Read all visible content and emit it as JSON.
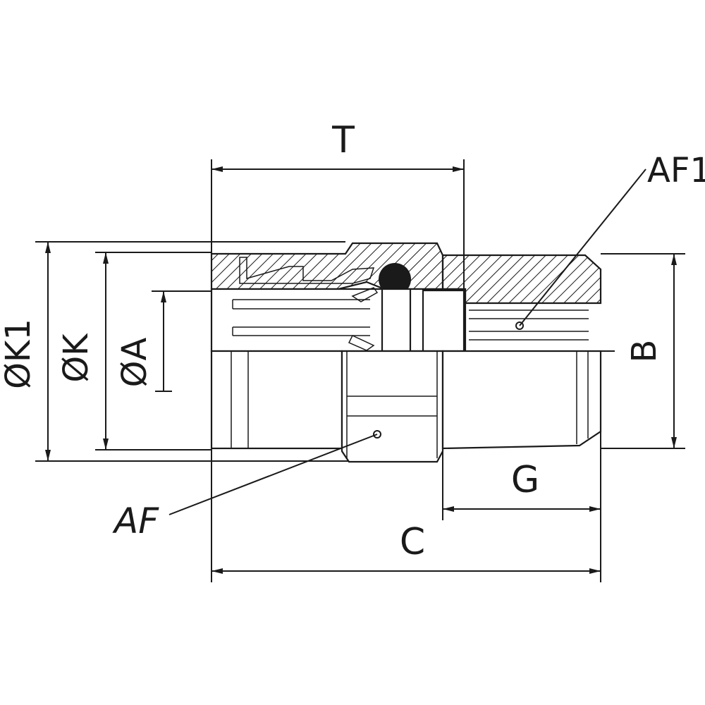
{
  "labels": {
    "T": "T",
    "AF1": "AF1",
    "K1": "ØK1",
    "K": "ØK",
    "A": "ØA",
    "B": "B",
    "G": "G",
    "AF": "AF",
    "C": "C"
  },
  "colors": {
    "line": "#1a1a1a",
    "background": "#ffffff"
  }
}
